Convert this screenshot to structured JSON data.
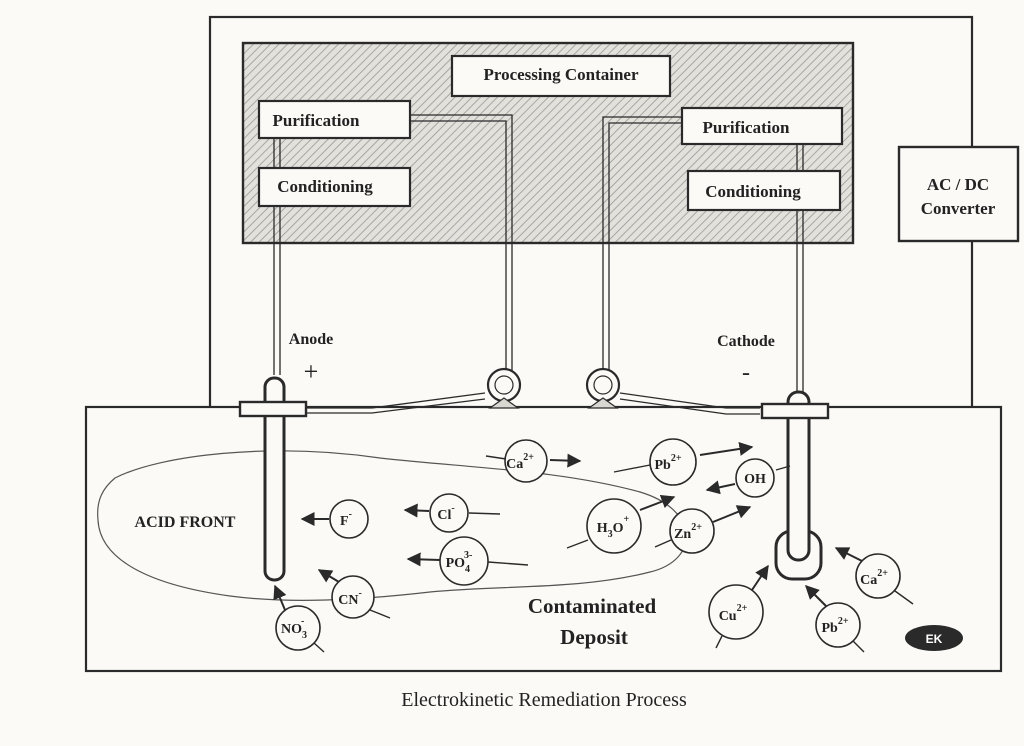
{
  "diagram": {
    "caption": "Electrokinetic Remediation Process",
    "processing_container": "Processing Container",
    "left_unit": {
      "top": "Purification",
      "bottom": "Conditioning"
    },
    "right_unit": {
      "top": "Purification",
      "bottom": "Conditioning"
    },
    "converter": {
      "line1": "AC / DC",
      "line2": "Converter"
    },
    "anode": {
      "label": "Anode",
      "sign": "+"
    },
    "cathode": {
      "label": "Cathode",
      "sign": "-"
    },
    "acid_front": "ACID FRONT",
    "deposit": {
      "line1": "Contaminated",
      "line2": "Deposit"
    },
    "badge": "EK",
    "ions": {
      "ca_top": {
        "base": "Ca",
        "sup": "2+"
      },
      "pb_top": {
        "base": "Pb",
        "sup": "2+"
      },
      "oh": {
        "base": "OH",
        "sup": ""
      },
      "f": {
        "base": "F",
        "sup": "-"
      },
      "cl": {
        "base": "Cl",
        "sup": "-"
      },
      "h3o": {
        "base": "H",
        "sub": "3",
        "base2": "O",
        "sup": "+"
      },
      "zn": {
        "base": "Zn",
        "sup": "2+"
      },
      "po4": {
        "base": "PO",
        "sub": "4",
        "sup": "3-"
      },
      "cn": {
        "base": "CN",
        "sup": "-"
      },
      "no3": {
        "base": "NO",
        "sub": "3",
        "sup": "-"
      },
      "cu": {
        "base": "Cu",
        "sup": "2+"
      },
      "pb_bottom": {
        "base": "Pb",
        "sup": "2+"
      },
      "ca_bottom": {
        "base": "Ca",
        "sup": "2+"
      }
    }
  }
}
